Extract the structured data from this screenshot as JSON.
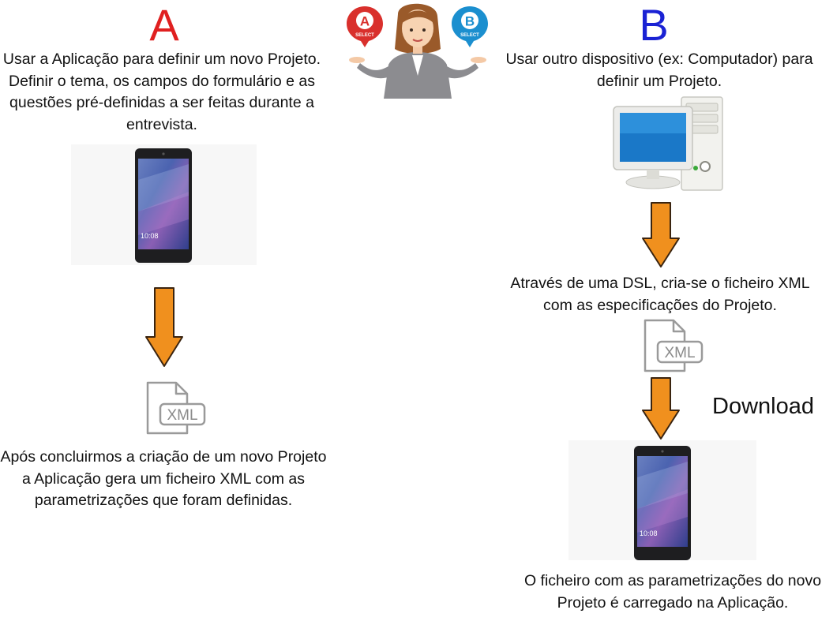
{
  "option_a": {
    "letter": "A",
    "letter_color": "#e02020",
    "intro": "Usar a Aplicação para definir um novo Projeto. Definir o tema, os campos do formulário e as questões pré-definidas a ser feitas durante a entrevista.",
    "result": "Após concluirmos a criação de um novo Projeto a Aplicação gera um ficheiro XML com as parametrizações que foram definidas."
  },
  "option_b": {
    "letter": "B",
    "letter_color": "#1a22d4",
    "intro": "Usar outro dispositivo (ex: Computador) para definir um Projeto.",
    "dsl_step": "Através de uma DSL, cria-se o ficheiro XML com as especificações do Projeto.",
    "download_label": "Download",
    "final_step": "O ficheiro com as parametrizações do novo Projeto é carregado na Aplicação."
  },
  "chooser": {
    "badge_a_letter": "A",
    "badge_a_sub": "SELECT",
    "badge_a_color": "#d9302c",
    "badge_b_letter": "B",
    "badge_b_sub": "SELECT",
    "badge_b_color": "#1b8fcf"
  },
  "xml_icon_label": "XML",
  "phone_clock": "10:08",
  "arrow_color": "#f0901e",
  "icons": [
    "woman-chooser-icon",
    "smartphone-icon",
    "xml-file-icon",
    "desktop-computer-icon",
    "down-arrow-icon"
  ]
}
